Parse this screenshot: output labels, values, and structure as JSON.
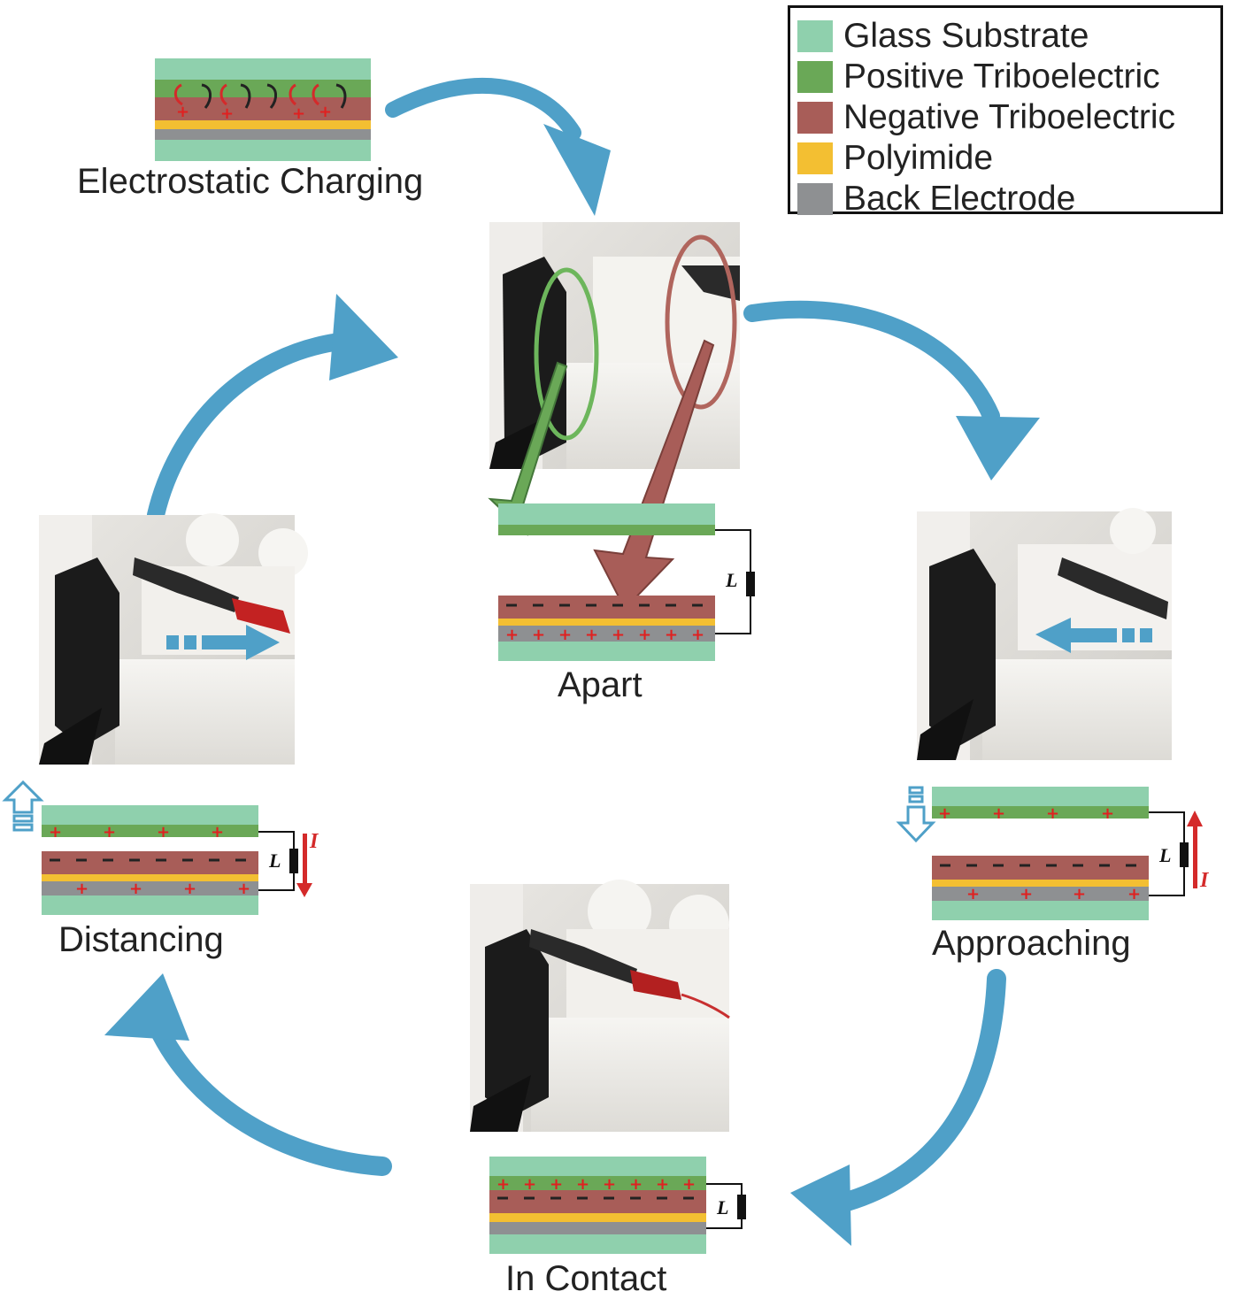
{
  "legend": {
    "items": [
      {
        "label": "Glass Substrate",
        "color": "#8fd0ad"
      },
      {
        "label": "Positive Triboelectric",
        "color": "#6aa857"
      },
      {
        "label": "Negative Triboelectric",
        "color": "#a85d58"
      },
      {
        "label": "Polyimide",
        "color": "#f3bf32"
      },
      {
        "label": "Back Electrode",
        "color": "#8e9092"
      }
    ]
  },
  "stages": {
    "charging": "Electrostatic Charging",
    "apart": "Apart",
    "approaching": "Approaching",
    "contact": "In Contact",
    "distancing": "Distancing"
  },
  "circuit": {
    "load": "L",
    "current": "I"
  },
  "colors": {
    "cycle_arrow": "#4fa0c8",
    "current_arrow": "#d42a2a",
    "charge_plus": "#e02020",
    "charge_minus": "#222222"
  }
}
